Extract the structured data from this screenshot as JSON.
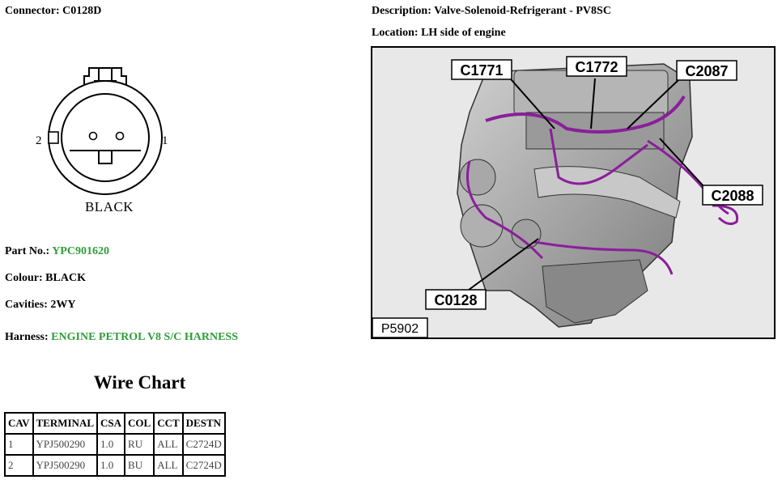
{
  "connector": {
    "label": "Connector:",
    "value": "C0128D"
  },
  "description": {
    "label": "Description:",
    "value": "Valve-Solenoid-Refrigerant - PV8SC"
  },
  "location": {
    "label": "Location:",
    "value": "LH side of engine"
  },
  "diagram": {
    "pin_left": "2",
    "pin_right": "1",
    "color_label": "BLACK"
  },
  "engine_image": {
    "callouts": [
      "C1771",
      "C1772",
      "C2087",
      "C2088",
      "C0128"
    ],
    "ref": "P5902",
    "harness_color": "#8a1f9a"
  },
  "part_no": {
    "label": "Part No.:",
    "value": "YPC901620"
  },
  "colour": {
    "label": "Colour:",
    "value": "BLACK"
  },
  "cavities": {
    "label": "Cavities:",
    "value": "2WY"
  },
  "harness": {
    "label": "Harness:",
    "value": "ENGINE PETROL V8 S/C HARNESS"
  },
  "wire_chart": {
    "title": "Wire Chart",
    "headers": [
      "CAV",
      "TERMINAL",
      "CSA",
      "COL",
      "CCT",
      "DESTN"
    ],
    "rows": [
      [
        "1",
        "YPJ500290",
        "1.0",
        "RU",
        "ALL",
        "C2724D"
      ],
      [
        "2",
        "YPJ500290",
        "1.0",
        "BU",
        "ALL",
        "C2724D"
      ]
    ]
  },
  "colors": {
    "green": "#2e9e3a"
  }
}
